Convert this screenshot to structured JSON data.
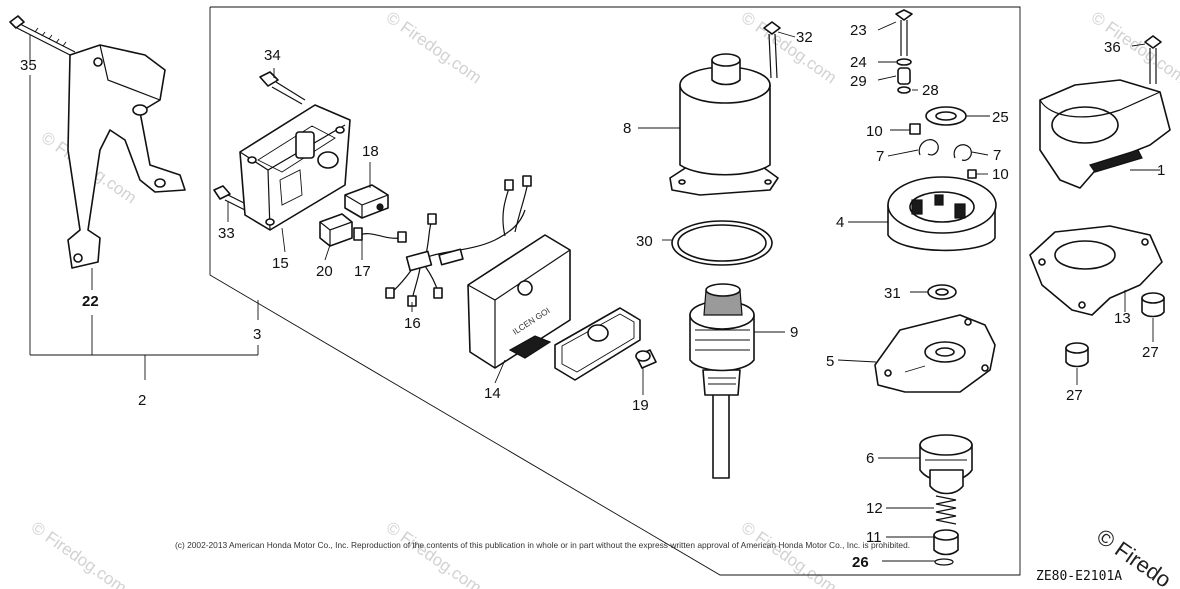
{
  "labels": {
    "p1": "1",
    "p2": "2",
    "p3": "3",
    "p4": "4",
    "p5": "5",
    "p6": "6",
    "p7a": "7",
    "p7b": "7",
    "p8": "8",
    "p9": "9",
    "p10a": "10",
    "p10b": "10",
    "p11": "11",
    "p12": "12",
    "p13": "13",
    "p14": "14",
    "p15": "15",
    "p16": "16",
    "p17": "17",
    "p18": "18",
    "p19": "19",
    "p20": "20",
    "p22": "22",
    "p23": "23",
    "p24": "24",
    "p25": "25",
    "p26": "26",
    "p27a": "27",
    "p27b": "27",
    "p28": "28",
    "p29": "29",
    "p30": "30",
    "p31": "31",
    "p32": "32",
    "p33": "33",
    "p34": "34",
    "p35": "35",
    "p36": "36"
  },
  "part_stamp": "ILCEN GOI",
  "watermark": "© Firedog.com",
  "copyright": "(c) 2002-2013 American Honda Motor Co., Inc. Reproduction of the contents of this publication in whole or in part without the express written approval of American Honda Motor Co., Inc. is prohibited.",
  "diagram_code": "ZE80-E2101A",
  "brand_corner": "© Firedo"
}
